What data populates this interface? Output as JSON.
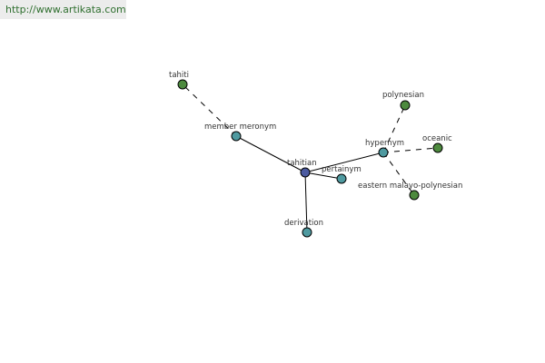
{
  "watermark": {
    "url": "http://www.artikata.com"
  },
  "colors": {
    "center": "#4b5aa0",
    "relation": "#4f9aa0",
    "leaf": "#4d8a3e"
  },
  "graph": {
    "nodes": [
      {
        "id": "tahitian",
        "label": "tahitian",
        "kind": "center"
      },
      {
        "id": "member_meronym",
        "label": "member meronym",
        "kind": "relation"
      },
      {
        "id": "hypernym",
        "label": "hypernym",
        "kind": "relation"
      },
      {
        "id": "pertainym",
        "label": "pertainym",
        "kind": "relation"
      },
      {
        "id": "derivation",
        "label": "derivation",
        "kind": "relation"
      },
      {
        "id": "tahiti",
        "label": "tahiti",
        "kind": "leaf"
      },
      {
        "id": "polynesian",
        "label": "polynesian",
        "kind": "leaf"
      },
      {
        "id": "oceanic",
        "label": "oceanic",
        "kind": "leaf"
      },
      {
        "id": "eastern_malayo_polynesian",
        "label": "eastern malayo-polynesian",
        "kind": "leaf"
      }
    ],
    "edges": [
      {
        "from": "tahitian",
        "to": "member_meronym",
        "style": "solid"
      },
      {
        "from": "tahitian",
        "to": "hypernym",
        "style": "solid"
      },
      {
        "from": "tahitian",
        "to": "pertainym",
        "style": "solid"
      },
      {
        "from": "tahitian",
        "to": "derivation",
        "style": "solid"
      },
      {
        "from": "member_meronym",
        "to": "tahiti",
        "style": "dashed"
      },
      {
        "from": "hypernym",
        "to": "polynesian",
        "style": "dashed"
      },
      {
        "from": "hypernym",
        "to": "oceanic",
        "style": "dashed"
      },
      {
        "from": "hypernym",
        "to": "eastern_malayo_polynesian",
        "style": "dashed"
      }
    ]
  }
}
